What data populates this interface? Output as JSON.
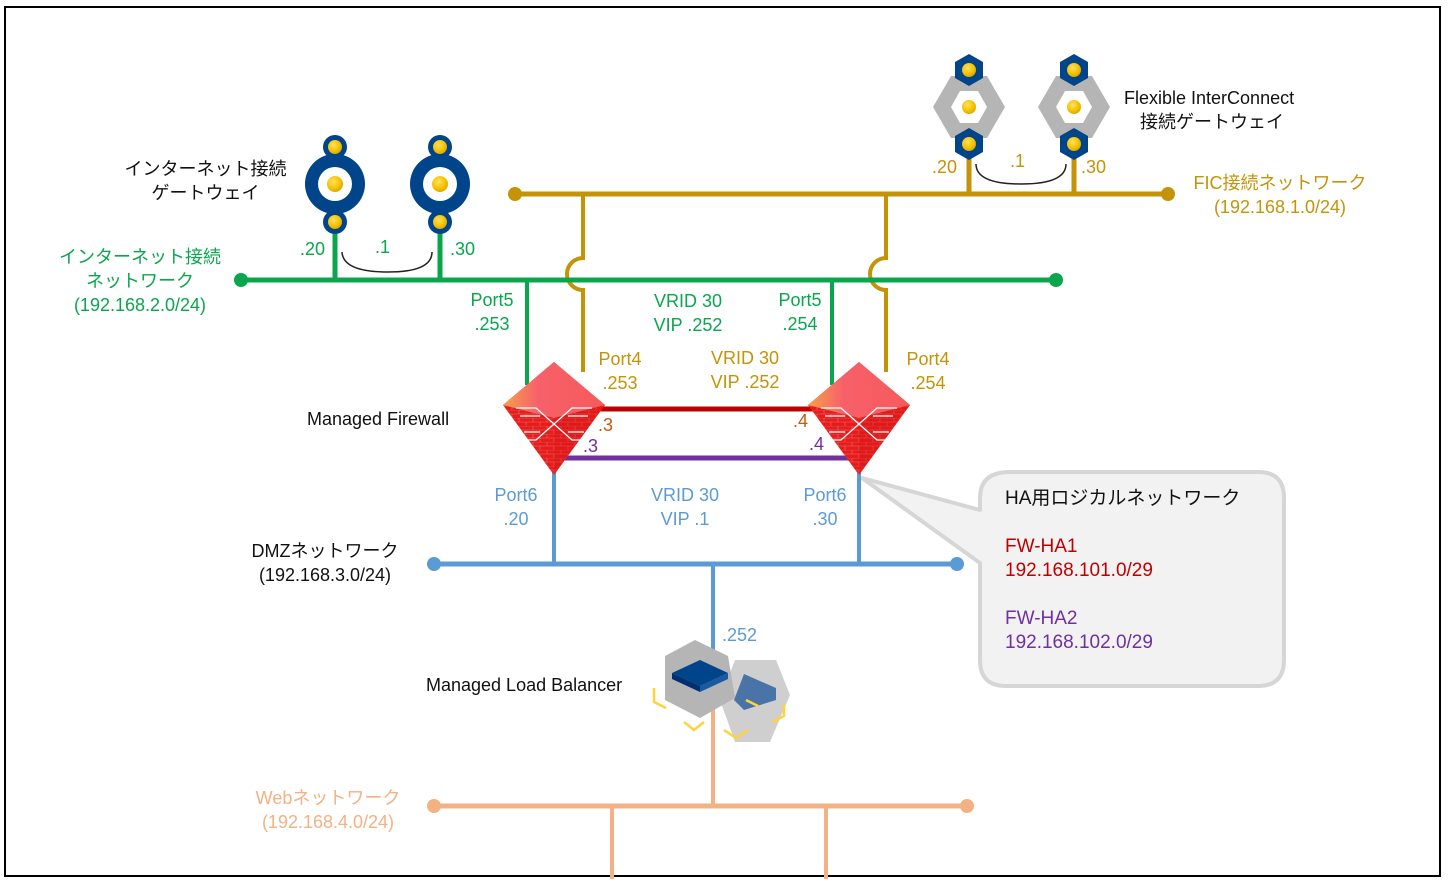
{
  "colors": {
    "fic": "#c49307",
    "internet": "#0aa64e",
    "dmz": "#5b9bd5",
    "web": "#f4b183",
    "ha1": "#c00000",
    "ha2": "#7030a0",
    "ha_ip": "#c55a11",
    "gateway_blue": "#004489",
    "gateway_yellow": "#f5c400",
    "fic_gray": "#b5b5b5"
  },
  "internet_gateway": {
    "title_line1": "インターネット接続",
    "title_line2": "ゲートウェイ",
    "ip_left": ".20",
    "vip": ".1",
    "ip_right": ".30"
  },
  "internet_network": {
    "name_line1": "インターネット接続",
    "name_line2": "ネットワーク",
    "cidr": "(192.168.2.0/24)"
  },
  "fic_gateway": {
    "title_line1": "Flexible InterConnect",
    "title_line2": "接続ゲートウェイ",
    "ip_left": ".20",
    "vip": ".1",
    "ip_right": ".30"
  },
  "fic_network": {
    "name": "FIC接続ネットワーク",
    "cidr": "(192.168.1.0/24)"
  },
  "firewall": {
    "title": "Managed Firewall",
    "fw1": {
      "port5_name": "Port5",
      "port5_ip": ".253",
      "port4_name": "Port4",
      "port4_ip": ".253",
      "port6_name": "Port6",
      "port6_ip": ".20",
      "ha1_ip": ".3",
      "ha2_ip": ".3"
    },
    "fw2": {
      "port5_name": "Port5",
      "port5_ip": ".254",
      "port4_name": "Port4",
      "port4_ip": ".254",
      "port6_name": "Port6",
      "port6_ip": ".30",
      "ha1_ip": ".4",
      "ha2_ip": ".4"
    },
    "vrrp_internet": {
      "vrid": "VRID 30",
      "vip": "VIP .252"
    },
    "vrrp_fic": {
      "vrid": "VRID 30",
      "vip": "VIP .252"
    },
    "vrrp_dmz": {
      "vrid": "VRID 30",
      "vip": "VIP .1"
    }
  },
  "dmz_network": {
    "name": "DMZネットワーク",
    "cidr": "(192.168.3.0/24)"
  },
  "load_balancer": {
    "title": "Managed Load Balancer",
    "ip": ".252"
  },
  "web_network": {
    "name": "Webネットワーク",
    "cidr": "(192.168.4.0/24)"
  },
  "ha_callout": {
    "title": "HA用ロジカルネットワーク",
    "ha1_name": "FW-HA1",
    "ha1_cidr": "192.168.101.0/29",
    "ha2_name": "FW-HA2",
    "ha2_cidr": "192.168.102.0/29"
  }
}
